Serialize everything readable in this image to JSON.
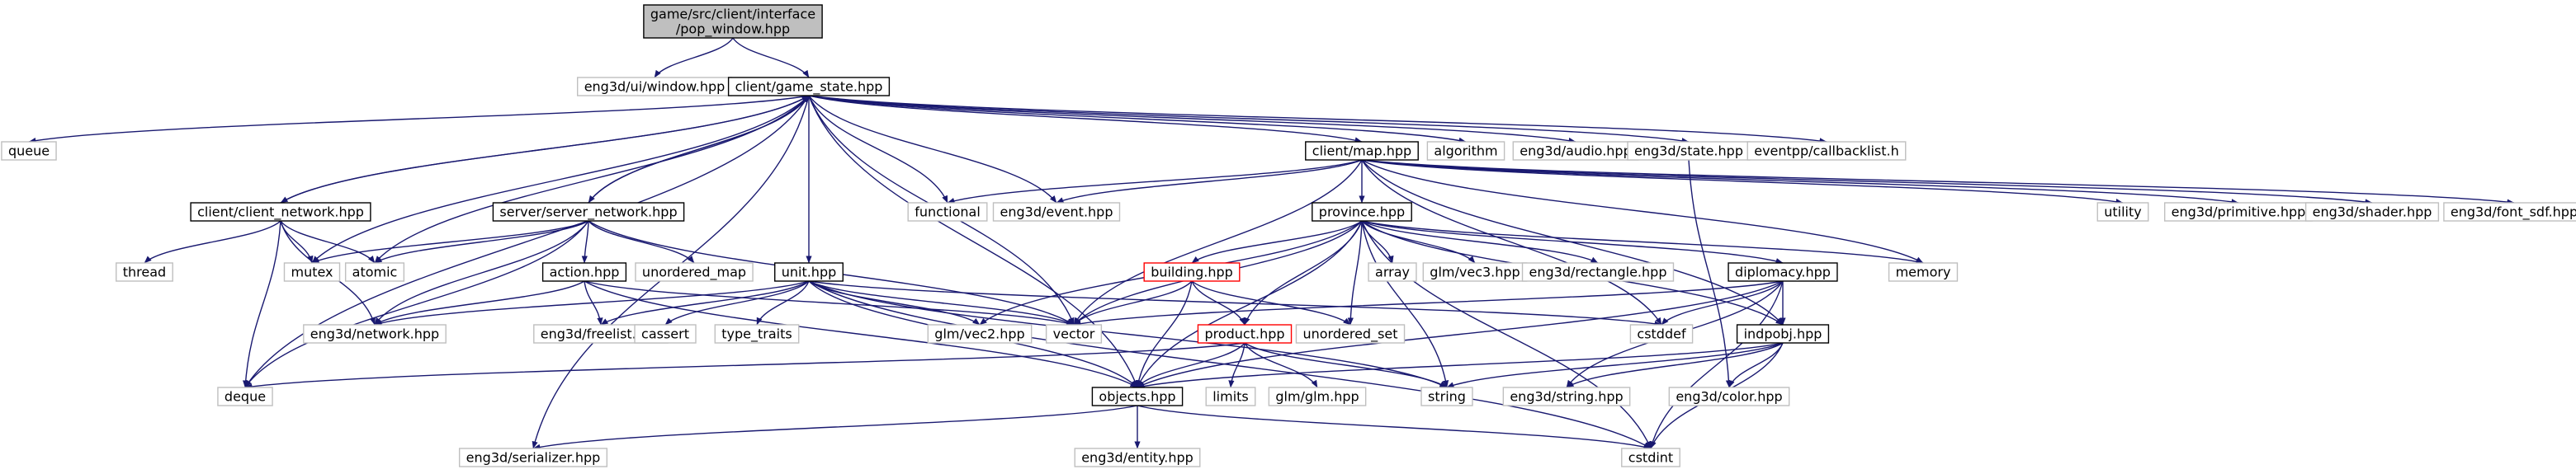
{
  "graph": {
    "colors": {
      "edge": "#191970",
      "root_fill": "#bfbfbf",
      "box_stroke": "#000000",
      "missing_stroke": "#bfbfbf",
      "red_stroke": "#ff0000",
      "text": "#000000"
    },
    "nodes": [
      {
        "id": "pop_window",
        "lines": [
          "game/src/client/interface",
          "/pop_window.hpp"
        ],
        "style": "root"
      },
      {
        "id": "eng3d_ui_window",
        "lines": [
          "eng3d/ui/window.hpp"
        ],
        "style": "missing"
      },
      {
        "id": "game_state",
        "lines": [
          "client/game_state.hpp"
        ],
        "style": "box"
      },
      {
        "id": "queue",
        "lines": [
          "queue"
        ],
        "style": "missing"
      },
      {
        "id": "client_network",
        "lines": [
          "client/client_network.hpp"
        ],
        "style": "box"
      },
      {
        "id": "server_network",
        "lines": [
          "server/server_network.hpp"
        ],
        "style": "box"
      },
      {
        "id": "unit",
        "lines": [
          "unit.hpp"
        ],
        "style": "box"
      },
      {
        "id": "client_map",
        "lines": [
          "client/map.hpp"
        ],
        "style": "box"
      },
      {
        "id": "algorithm",
        "lines": [
          "algorithm"
        ],
        "style": "missing"
      },
      {
        "id": "audio",
        "lines": [
          "eng3d/audio.hpp"
        ],
        "style": "missing"
      },
      {
        "id": "state",
        "lines": [
          "eng3d/state.hpp"
        ],
        "style": "missing"
      },
      {
        "id": "callbacklist",
        "lines": [
          "eventpp/callbacklist.h"
        ],
        "style": "missing"
      },
      {
        "id": "thread",
        "lines": [
          "thread"
        ],
        "style": "missing"
      },
      {
        "id": "mutex",
        "lines": [
          "mutex"
        ],
        "style": "missing"
      },
      {
        "id": "atomic",
        "lines": [
          "atomic"
        ],
        "style": "missing"
      },
      {
        "id": "action",
        "lines": [
          "action.hpp"
        ],
        "style": "box"
      },
      {
        "id": "unordered_map",
        "lines": [
          "unordered_map"
        ],
        "style": "missing"
      },
      {
        "id": "functional",
        "lines": [
          "functional"
        ],
        "style": "missing"
      },
      {
        "id": "event",
        "lines": [
          "eng3d/event.hpp"
        ],
        "style": "missing"
      },
      {
        "id": "province",
        "lines": [
          "province.hpp"
        ],
        "style": "box"
      },
      {
        "id": "utility",
        "lines": [
          "utility"
        ],
        "style": "missing"
      },
      {
        "id": "primitive",
        "lines": [
          "eng3d/primitive.hpp"
        ],
        "style": "missing"
      },
      {
        "id": "shader",
        "lines": [
          "eng3d/shader.hpp"
        ],
        "style": "missing"
      },
      {
        "id": "font_sdf",
        "lines": [
          "eng3d/font_sdf.hpp"
        ],
        "style": "missing"
      },
      {
        "id": "building",
        "lines": [
          "building.hpp"
        ],
        "style": "red"
      },
      {
        "id": "array",
        "lines": [
          "array"
        ],
        "style": "missing"
      },
      {
        "id": "vec3",
        "lines": [
          "glm/vec3.hpp"
        ],
        "style": "missing"
      },
      {
        "id": "rectangle",
        "lines": [
          "eng3d/rectangle.hpp"
        ],
        "style": "missing"
      },
      {
        "id": "diplomacy",
        "lines": [
          "diplomacy.hpp"
        ],
        "style": "box"
      },
      {
        "id": "memory",
        "lines": [
          "memory"
        ],
        "style": "missing"
      },
      {
        "id": "network",
        "lines": [
          "eng3d/network.hpp"
        ],
        "style": "missing"
      },
      {
        "id": "freelist",
        "lines": [
          "eng3d/freelist.hpp"
        ],
        "style": "missing"
      },
      {
        "id": "cassert",
        "lines": [
          "cassert"
        ],
        "style": "missing"
      },
      {
        "id": "type_traits",
        "lines": [
          "type_traits"
        ],
        "style": "missing"
      },
      {
        "id": "vec2",
        "lines": [
          "glm/vec2.hpp"
        ],
        "style": "missing"
      },
      {
        "id": "vector",
        "lines": [
          "vector"
        ],
        "style": "missing"
      },
      {
        "id": "product",
        "lines": [
          "product.hpp"
        ],
        "style": "red"
      },
      {
        "id": "unordered_set",
        "lines": [
          "unordered_set"
        ],
        "style": "missing"
      },
      {
        "id": "cstddef",
        "lines": [
          "cstddef"
        ],
        "style": "missing"
      },
      {
        "id": "indpobj",
        "lines": [
          "indpobj.hpp"
        ],
        "style": "box"
      },
      {
        "id": "deque",
        "lines": [
          "deque"
        ],
        "style": "missing"
      },
      {
        "id": "objects",
        "lines": [
          "objects.hpp"
        ],
        "style": "box"
      },
      {
        "id": "limits",
        "lines": [
          "limits"
        ],
        "style": "missing"
      },
      {
        "id": "glm",
        "lines": [
          "glm/glm.hpp"
        ],
        "style": "missing"
      },
      {
        "id": "string",
        "lines": [
          "string"
        ],
        "style": "missing"
      },
      {
        "id": "eng3d_string",
        "lines": [
          "eng3d/string.hpp"
        ],
        "style": "missing"
      },
      {
        "id": "color",
        "lines": [
          "eng3d/color.hpp"
        ],
        "style": "missing"
      },
      {
        "id": "serializer",
        "lines": [
          "eng3d/serializer.hpp"
        ],
        "style": "missing"
      },
      {
        "id": "entity",
        "lines": [
          "eng3d/entity.hpp"
        ],
        "style": "missing"
      },
      {
        "id": "cstdint",
        "lines": [
          "cstdint"
        ],
        "style": "missing"
      }
    ],
    "edges": [
      [
        "pop_window",
        "eng3d_ui_window"
      ],
      [
        "pop_window",
        "game_state"
      ],
      [
        "game_state",
        "queue"
      ],
      [
        "game_state",
        "client_network"
      ],
      [
        "game_state",
        "server_network"
      ],
      [
        "game_state",
        "unit"
      ],
      [
        "game_state",
        "client_map"
      ],
      [
        "game_state",
        "algorithm"
      ],
      [
        "game_state",
        "audio"
      ],
      [
        "game_state",
        "state"
      ],
      [
        "game_state",
        "callbacklist"
      ],
      [
        "game_state",
        "functional"
      ],
      [
        "game_state",
        "event"
      ],
      [
        "game_state",
        "vector"
      ],
      [
        "game_state",
        "mutex"
      ],
      [
        "game_state",
        "atomic"
      ],
      [
        "game_state",
        "deque"
      ],
      [
        "game_state",
        "serializer"
      ],
      [
        "game_state",
        "objects"
      ],
      [
        "client_network",
        "game_state"
      ],
      [
        "client_network",
        "thread"
      ],
      [
        "client_network",
        "mutex"
      ],
      [
        "client_network",
        "atomic"
      ],
      [
        "client_network",
        "network"
      ],
      [
        "client_network",
        "deque"
      ],
      [
        "server_network",
        "mutex"
      ],
      [
        "server_network",
        "atomic"
      ],
      [
        "server_network",
        "action"
      ],
      [
        "server_network",
        "unordered_map"
      ],
      [
        "server_network",
        "network"
      ],
      [
        "server_network",
        "vector"
      ],
      [
        "server_network",
        "deque"
      ],
      [
        "server_network",
        "game_state"
      ],
      [
        "action",
        "network"
      ],
      [
        "action",
        "freelist"
      ],
      [
        "action",
        "vector"
      ],
      [
        "action",
        "objects"
      ],
      [
        "unit",
        "freelist"
      ],
      [
        "unit",
        "cassert"
      ],
      [
        "unit",
        "type_traits"
      ],
      [
        "unit",
        "vec2"
      ],
      [
        "unit",
        "vector"
      ],
      [
        "unit",
        "cstddef"
      ],
      [
        "unit",
        "objects"
      ],
      [
        "unit",
        "string"
      ],
      [
        "unit",
        "cstdint"
      ],
      [
        "unit",
        "network"
      ],
      [
        "client_map",
        "functional"
      ],
      [
        "client_map",
        "event"
      ],
      [
        "client_map",
        "province"
      ],
      [
        "client_map",
        "utility"
      ],
      [
        "client_map",
        "primitive"
      ],
      [
        "client_map",
        "shader"
      ],
      [
        "client_map",
        "font_sdf"
      ],
      [
        "client_map",
        "memory"
      ],
      [
        "client_map",
        "vector"
      ],
      [
        "client_map",
        "cstddef"
      ],
      [
        "client_map",
        "indpobj"
      ],
      [
        "province",
        "building"
      ],
      [
        "province",
        "array"
      ],
      [
        "province",
        "vec3"
      ],
      [
        "province",
        "rectangle"
      ],
      [
        "province",
        "diplomacy"
      ],
      [
        "province",
        "memory"
      ],
      [
        "province",
        "vector"
      ],
      [
        "province",
        "vec2"
      ],
      [
        "province",
        "product"
      ],
      [
        "province",
        "unordered_set"
      ],
      [
        "province",
        "string"
      ],
      [
        "province",
        "cstdint"
      ],
      [
        "province",
        "indpobj"
      ],
      [
        "province",
        "objects"
      ],
      [
        "building",
        "vector"
      ],
      [
        "building",
        "product"
      ],
      [
        "building",
        "unordered_set"
      ],
      [
        "building",
        "objects"
      ],
      [
        "diplomacy",
        "vector"
      ],
      [
        "diplomacy",
        "cstddef"
      ],
      [
        "diplomacy",
        "indpobj"
      ],
      [
        "diplomacy",
        "eng3d_string"
      ],
      [
        "diplomacy",
        "cstdint"
      ],
      [
        "diplomacy",
        "objects"
      ],
      [
        "product",
        "deque"
      ],
      [
        "product",
        "objects"
      ],
      [
        "product",
        "limits"
      ],
      [
        "product",
        "glm"
      ],
      [
        "product",
        "string"
      ],
      [
        "indpobj",
        "objects"
      ],
      [
        "indpobj",
        "string"
      ],
      [
        "indpobj",
        "eng3d_string"
      ],
      [
        "indpobj",
        "color"
      ],
      [
        "indpobj",
        "cstdint"
      ],
      [
        "objects",
        "serializer"
      ],
      [
        "objects",
        "entity"
      ],
      [
        "objects",
        "cstdint"
      ],
      [
        "state",
        "color"
      ]
    ]
  }
}
